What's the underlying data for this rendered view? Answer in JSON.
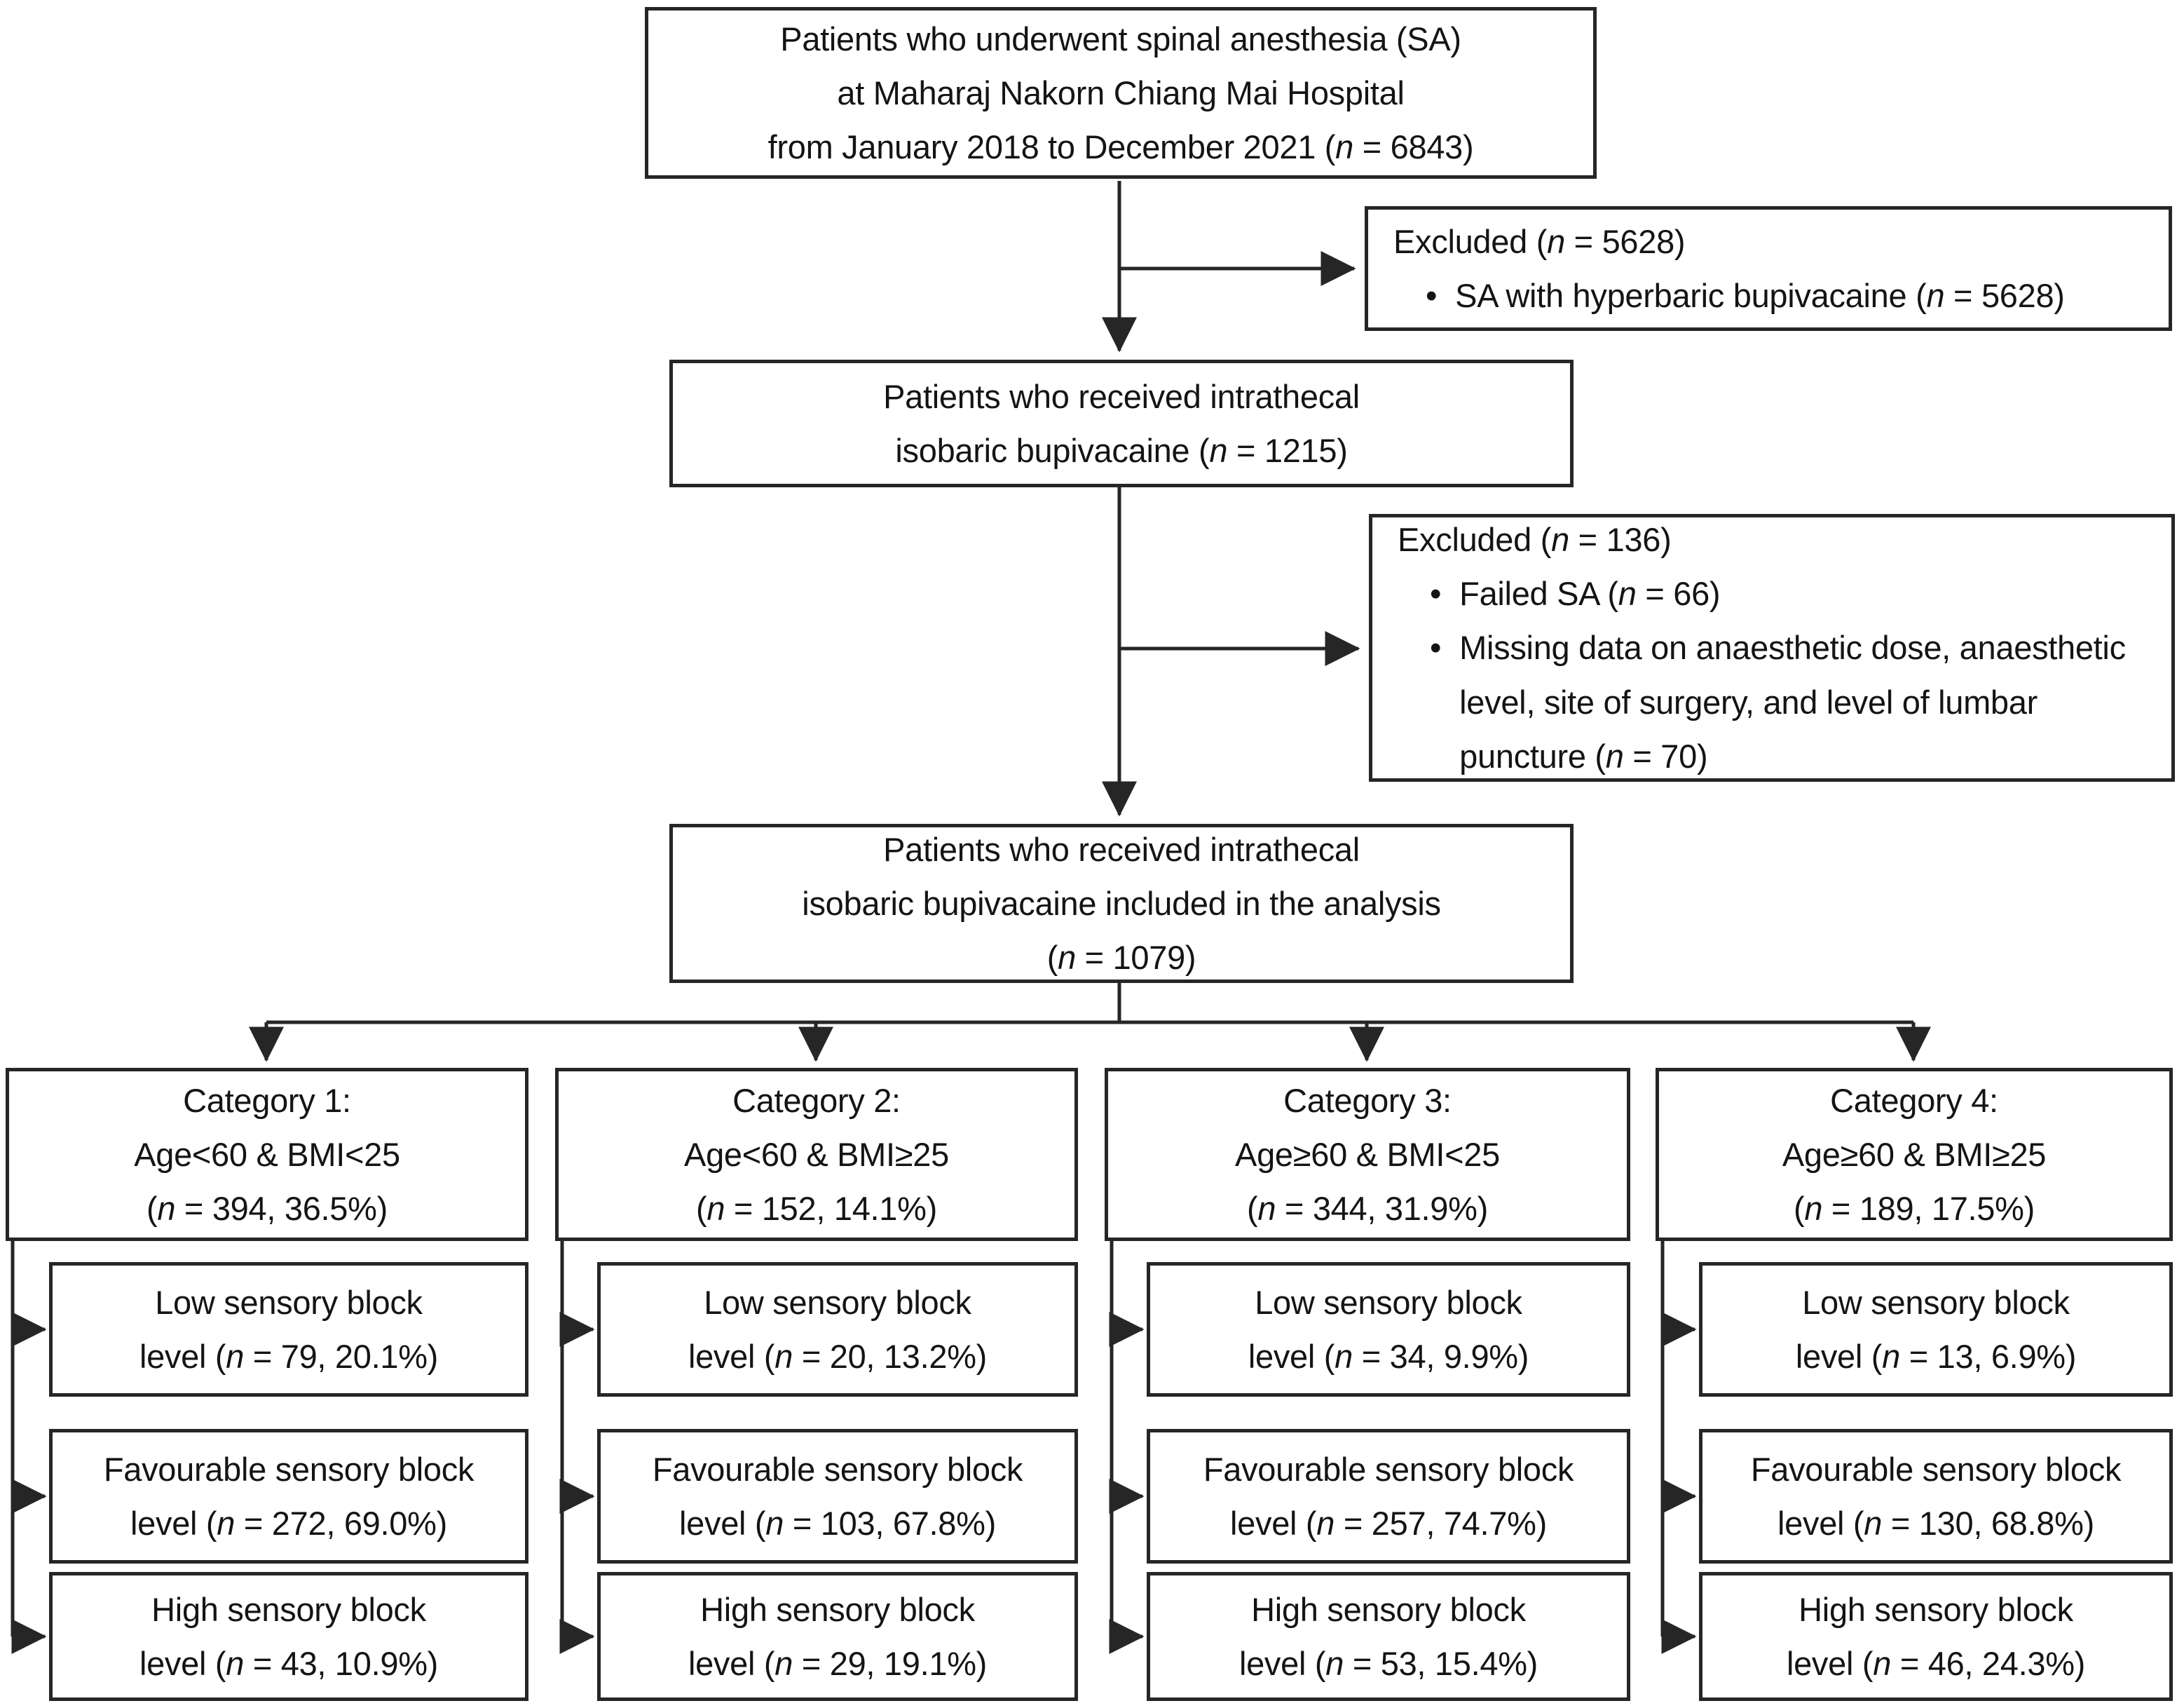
{
  "colors": {
    "border": "#262626",
    "text": "#141414",
    "background": "#ffffff"
  },
  "flow": {
    "top_box": [
      "Patients who underwent spinal anesthesia (SA)",
      "at Maharaj Nakorn Chiang Mai Hospital",
      "from January 2018 to December 2021 (n = 6843)"
    ],
    "excluded1": {
      "title": "Excluded (n = 5628)",
      "bullets": [
        "SA with hyperbaric bupivacaine (n = 5628)"
      ]
    },
    "received_box": [
      "Patients who received intrathecal",
      "isobaric bupivacaine (n = 1215)"
    ],
    "excluded2": {
      "title": "Excluded (n = 136)",
      "bullets": [
        "Failed SA (n = 66)",
        "Missing data on anaesthetic dose, anaesthetic level, site of surgery, and level of lumbar puncture (n = 70)"
      ]
    },
    "analysis_box": [
      "Patients who received intrathecal",
      "isobaric bupivacaine included in the analysis",
      "(n = 1079)"
    ],
    "categories": [
      {
        "box": [
          "Category 1:",
          "Age<60 & BMI<25",
          "(n = 394, 36.5%)"
        ],
        "outcomes": [
          [
            "Low sensory block",
            "level (n = 79, 20.1%)"
          ],
          [
            "Favourable sensory block",
            "level (n = 272, 69.0%)"
          ],
          [
            "High sensory block",
            "level (n = 43, 10.9%)"
          ]
        ]
      },
      {
        "box": [
          "Category 2:",
          "Age<60 & BMI≥25",
          "(n = 152, 14.1%)"
        ],
        "outcomes": [
          [
            "Low sensory block",
            "level (n = 20, 13.2%)"
          ],
          [
            "Favourable sensory block",
            "level (n = 103, 67.8%)"
          ],
          [
            "High sensory block",
            "level (n = 29, 19.1%)"
          ]
        ]
      },
      {
        "box": [
          "Category 3:",
          "Age≥60 & BMI<25",
          "(n = 344, 31.9%)"
        ],
        "outcomes": [
          [
            "Low sensory block",
            "level (n = 34, 9.9%)"
          ],
          [
            "Favourable sensory block",
            "level (n = 257, 74.7%)"
          ],
          [
            "High sensory block",
            "level (n = 53, 15.4%)"
          ]
        ]
      },
      {
        "box": [
          "Category 4:",
          "Age≥60 & BMI≥25",
          "(n = 189, 17.5%)"
        ],
        "outcomes": [
          [
            "Low sensory block",
            "level (n = 13, 6.9%)"
          ],
          [
            "Favourable sensory block",
            "level (n = 130, 68.8%)"
          ],
          [
            "High sensory block",
            "level (n = 46, 24.3%)"
          ]
        ]
      }
    ]
  }
}
